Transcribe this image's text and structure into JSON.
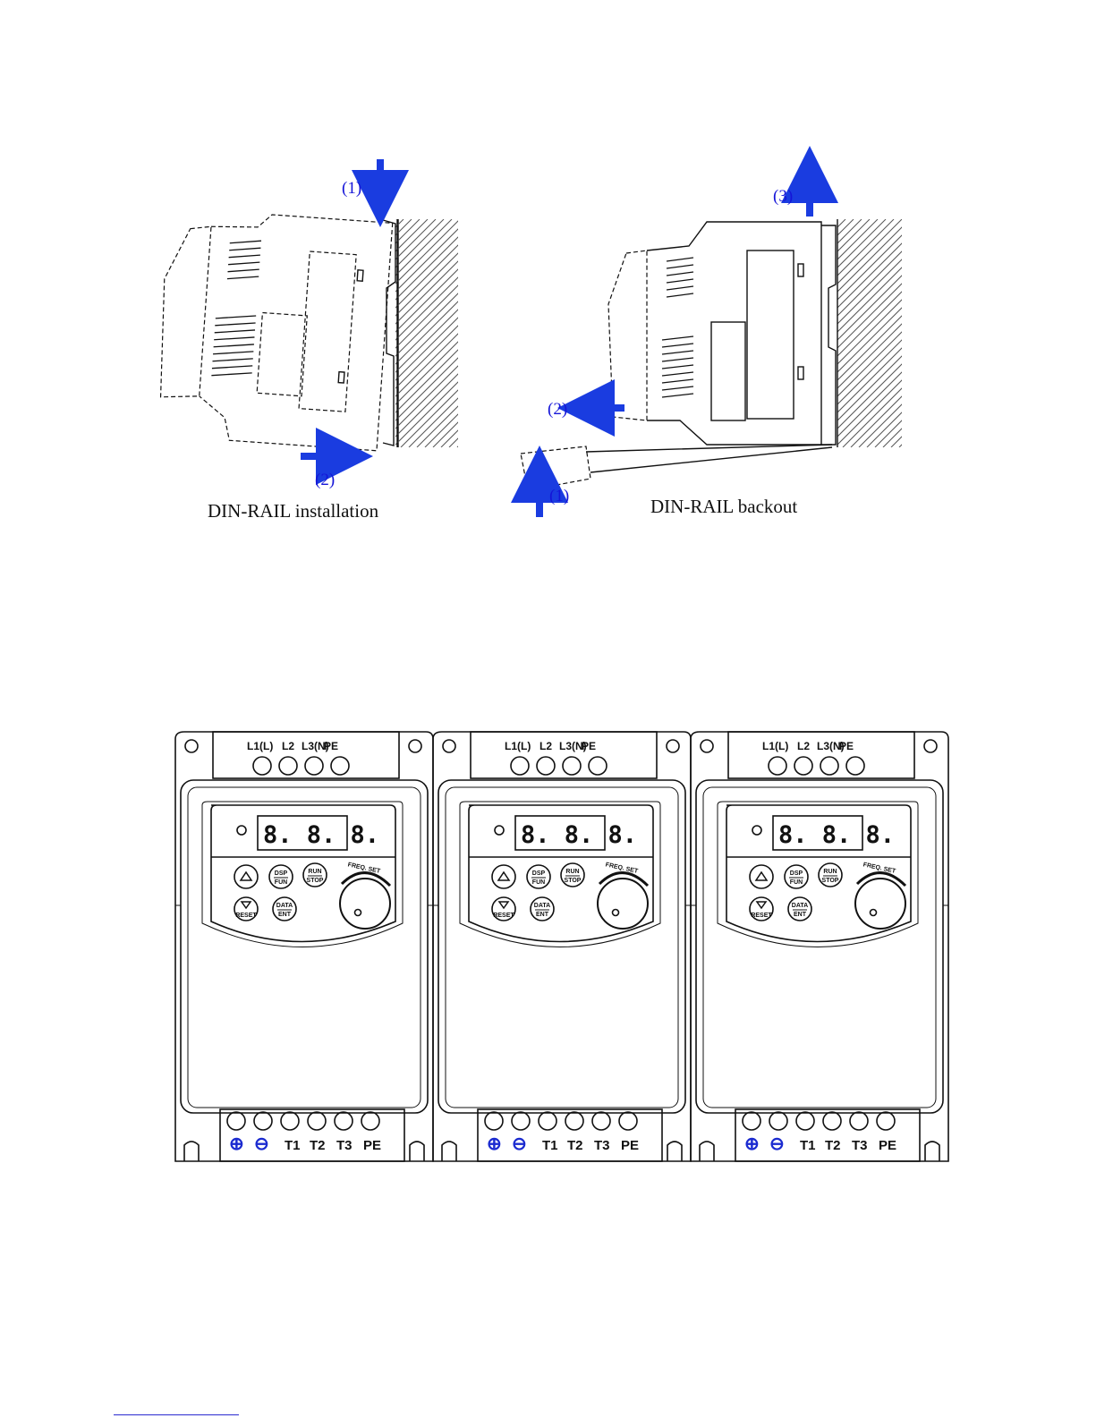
{
  "figures": {
    "install": {
      "caption": "DIN-RAIL installation",
      "steps": [
        "(1)",
        "(2)"
      ]
    },
    "backout": {
      "caption": "DIN-RAIL backout",
      "steps": [
        "(3)",
        "(2)",
        "(1)"
      ]
    }
  },
  "inverter_units": [
    {
      "top_terminals": [
        "L1(L)",
        "L2",
        "L3(N)",
        "PE"
      ],
      "display_digits": "8. 8. 8.",
      "keys": {
        "up": "",
        "dsp": "DSP",
        "fun": "FUN",
        "run": "RUN",
        "stop": "STOP",
        "down_reset": "RESET",
        "data": "DATA",
        "ent": "ENT"
      },
      "knob_label": "FREQ. SET",
      "bottom_terminals": [
        "⊕",
        "⊖",
        "T1",
        "T2",
        "T3",
        "PE"
      ]
    },
    {
      "top_terminals": [
        "L1(L)",
        "L2",
        "L3(N)",
        "PE"
      ],
      "display_digits": "8. 8. 8.",
      "keys": {
        "up": "",
        "dsp": "DSP",
        "fun": "FUN",
        "run": "RUN",
        "stop": "STOP",
        "down_reset": "RESET",
        "data": "DATA",
        "ent": "ENT"
      },
      "knob_label": "FREQ. SET",
      "bottom_terminals": [
        "⊕",
        "⊖",
        "T1",
        "T2",
        "T3",
        "PE"
      ]
    },
    {
      "top_terminals": [
        "L1(L)",
        "L2",
        "L3(N)",
        "PE"
      ],
      "display_digits": "8. 8. 8.",
      "keys": {
        "up": "",
        "dsp": "DSP",
        "fun": "FUN",
        "run": "RUN",
        "stop": "STOP",
        "down_reset": "RESET",
        "data": "DATA",
        "ent": "ENT"
      },
      "knob_label": "FREQ. SET",
      "bottom_terminals": [
        "⊕",
        "⊖",
        "T1",
        "T2",
        "T3",
        "PE"
      ]
    }
  ],
  "colors": {
    "arrow": "#1a3ce0",
    "step_text": "#1414d8",
    "polarity_text": "#1a2ad0",
    "line": "#111111"
  }
}
